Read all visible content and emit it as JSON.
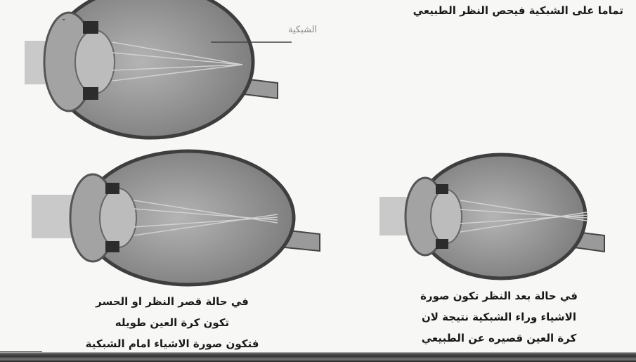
{
  "header": {
    "top_text": "تماما على الشبكية فيحص النظر الطبيعي"
  },
  "labels": {
    "retina": "الشبكية"
  },
  "captions": {
    "myopia": [
      "في حالة قصر النظر او الحسر",
      "تكون كرة العين طويله",
      "فتكون صورة الاشياء امام الشبكية"
    ],
    "hyperopia": [
      "في حالة بعد النظر تكون صورة",
      "الاشياء وراء الشبكية نتيجة لان",
      "كرة العين قصيره عن الطبيعي"
    ]
  },
  "colors": {
    "background": "#f7f7f5",
    "eyeball": "#8e8e8e",
    "sclera": "#5a5a5a",
    "lens": "#b8b8b8",
    "light_beam": "#c4c4c4"
  }
}
